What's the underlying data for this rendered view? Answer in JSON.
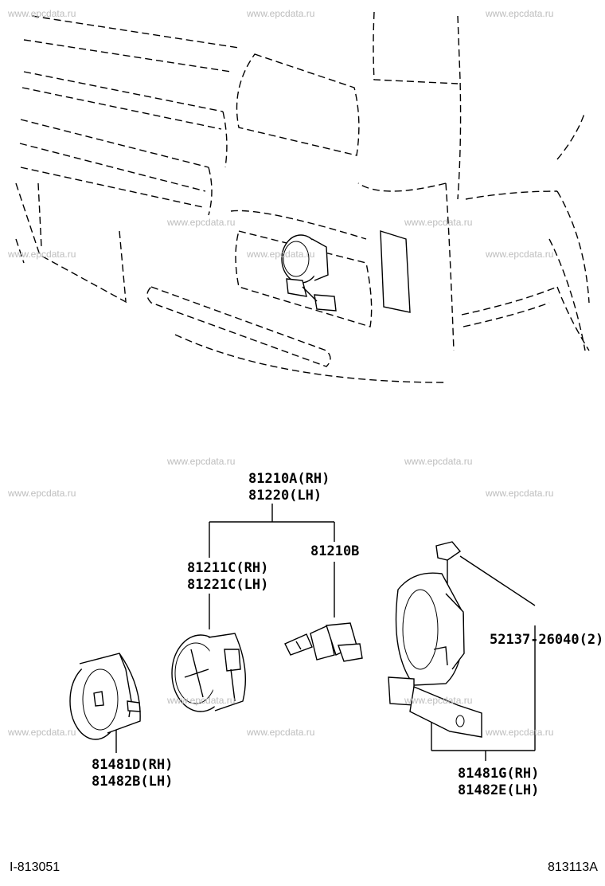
{
  "watermark": "www.epcdata.ru",
  "parts": {
    "fog_lamp_assy": {
      "rh": "81210A(RH)",
      "lh": "81220(LH)"
    },
    "lamp_unit": {
      "rh": "81211C(RH)",
      "lh": "81221C(LH)"
    },
    "bulb": {
      "number": "81210B"
    },
    "cover": {
      "rh": "81481D(RH)",
      "lh": "81482B(LH)"
    },
    "clip": {
      "number": "52137-26040(2)"
    },
    "bracket": {
      "rh": "81481G(RH)",
      "lh": "81482E(LH)"
    }
  },
  "footer": {
    "left_code": "I-813051",
    "right_code": "813113A"
  }
}
